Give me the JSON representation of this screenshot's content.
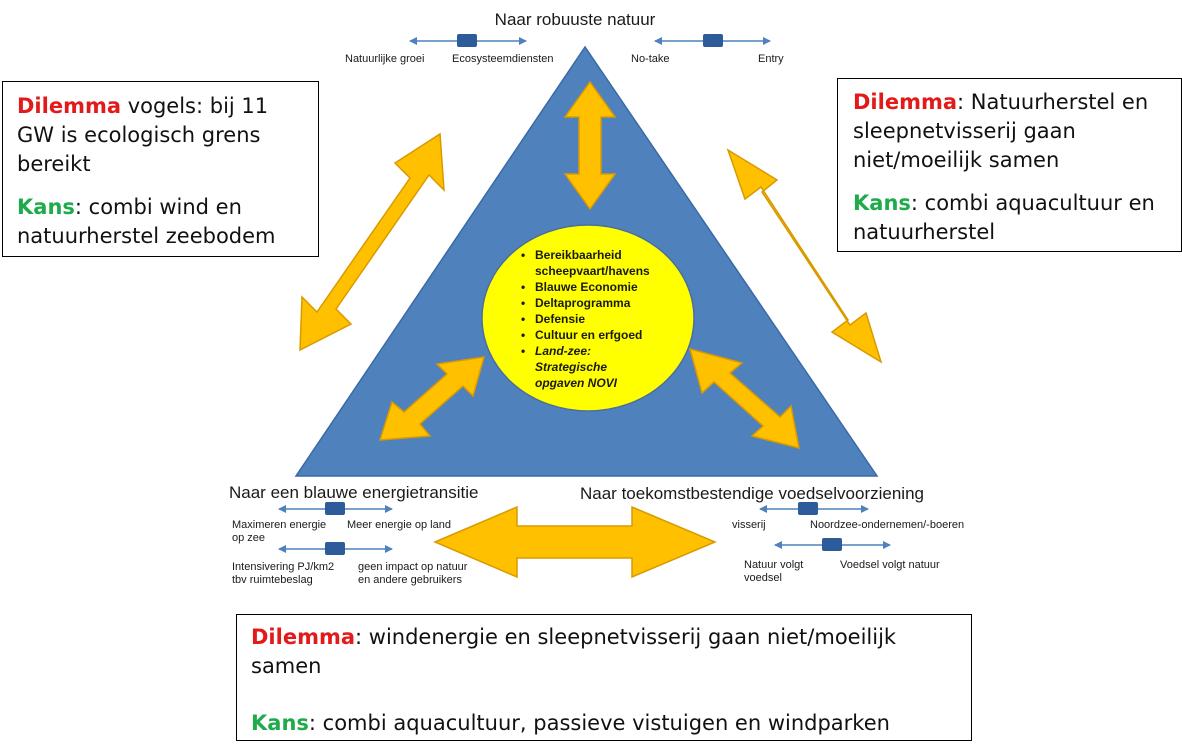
{
  "top": {
    "title": "Naar robuuste natuur",
    "scale_left": {
      "left": "Natuurlijke groei",
      "right": "Ecosysteemdiensten"
    },
    "scale_right": {
      "left": "No-take",
      "right": "Entry"
    }
  },
  "bottom_left": {
    "title": "Naar een blauwe energietransitie",
    "scale1": {
      "left": [
        "Maximeren energie",
        "op zee"
      ],
      "right": "Meer energie op land"
    },
    "scale2": {
      "left": [
        "Intensivering PJ/km2",
        "tbv ruimtebeslag"
      ],
      "right": [
        "geen impact op natuur",
        "en andere gebruikers"
      ]
    }
  },
  "bottom_right": {
    "title": "Naar toekomstbestendige voedselvoorziening",
    "scale1": {
      "left": "visserij",
      "right": "Noordzee-ondernemen/-boeren"
    },
    "scale2": {
      "left": [
        "Natuur volgt",
        "voedsel"
      ],
      "right": "Voedsel volgt natuur"
    }
  },
  "center": {
    "items": [
      [
        "Bereikbaarheid",
        "scheepvaart/havens"
      ],
      [
        "Blauwe Economie"
      ],
      [
        "Deltaprogramma"
      ],
      [
        "Defensie"
      ],
      [
        "Cultuur en erfgoed"
      ],
      [
        "Land-zee:",
        "Strategische",
        "opgaven NOVI"
      ]
    ]
  },
  "boxes": {
    "left": {
      "dilemma_label": "Dilemma",
      "dilemma_text": " vogels: bij 11 GW is ecologisch grens bereikt",
      "kans_label": "Kans",
      "kans_text": ": combi wind en natuurherstel zeebodem"
    },
    "right": {
      "dilemma_label": "Dilemma",
      "dilemma_text": ": Natuurherstel en sleepnetvisserij gaan niet/moeilijk samen",
      "kans_label": "Kans",
      "kans_text": ": combi aquacultuur en natuurherstel"
    },
    "bottom": {
      "dilemma_label": "Dilemma",
      "dilemma_text": ": windenergie en sleepnetvisserij gaan niet/moeilijk samen",
      "kans_label": "Kans",
      "kans_text": ": combi aquacultuur, passieve vistuigen en windparken"
    }
  },
  "colors": {
    "triangle": "#4f81bd",
    "triangle_edge": "#3a6aa6",
    "circle": "#ffff00",
    "arrow": "#ffc000",
    "arrow_edge": "#d99a00",
    "scale_line": "#4f81bd",
    "scale_knob": "#2e5c9a",
    "dilemma": "#e21a1a",
    "kans": "#1faa4c"
  }
}
